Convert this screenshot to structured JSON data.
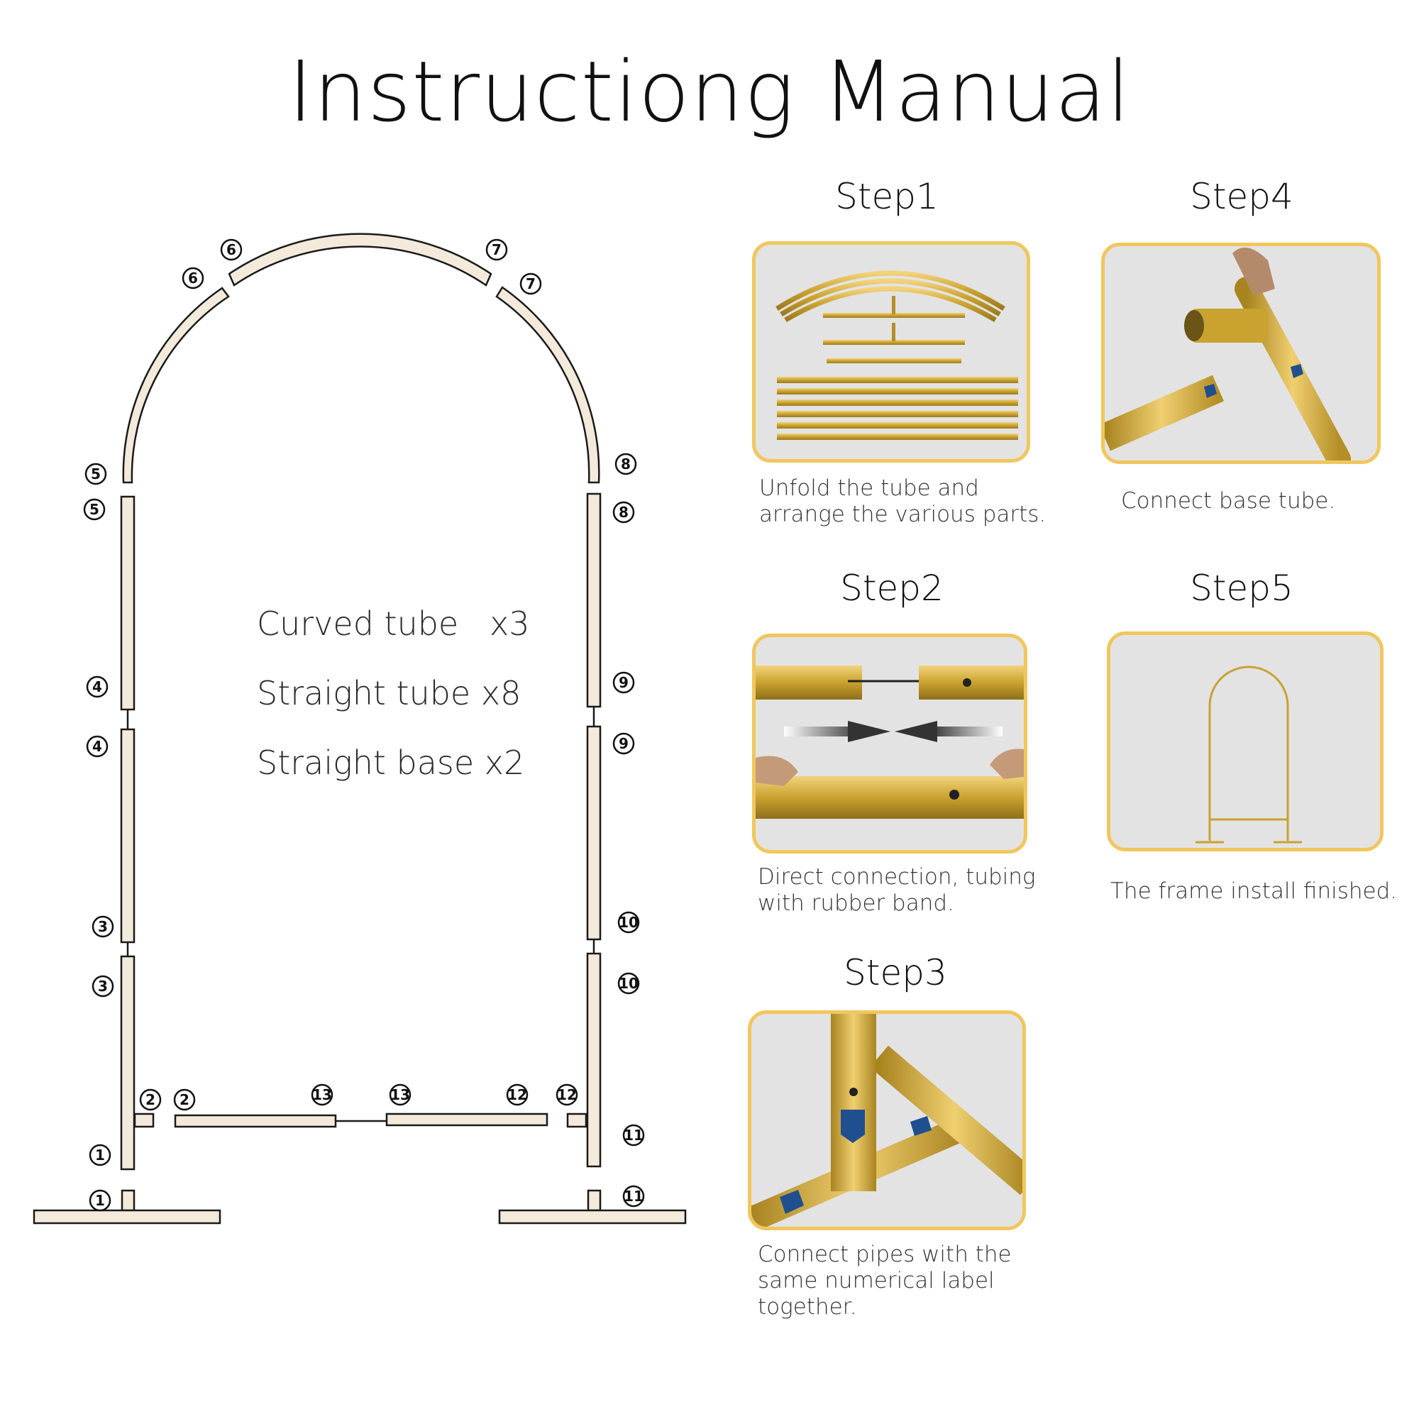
{
  "title": "Instructiong Manual",
  "legend": {
    "curved": "Curved tube   x3",
    "straight": "Straight tube x8",
    "base": "Straight base x2"
  },
  "markers": [
    "1",
    "2",
    "3",
    "4",
    "5",
    "6",
    "7",
    "8",
    "9",
    "10",
    "11",
    "12",
    "13"
  ],
  "steps": [
    {
      "title": "Step1",
      "caption": "Unfold the tube and\narrange the various parts.",
      "image": "tube-parts-photo"
    },
    {
      "title": "Step2",
      "caption": "Direct connection, tubing\nwith rubber band.",
      "image": "tube-connection-photo"
    },
    {
      "title": "Step3",
      "caption": "Connect pipes with the\nsame numerical label\ntogether.",
      "image": "labeled-pipes-photo"
    },
    {
      "title": "Step4",
      "caption": "Connect base tube.",
      "image": "base-tube-photo"
    },
    {
      "title": "Step5",
      "caption": "The frame install finished.",
      "image": "finished-frame-photo"
    }
  ],
  "colors": {
    "tube": "#f3eadb",
    "outline": "#1a1a1a",
    "frame": "#f0c75e",
    "gold": "#c9a22f",
    "photo_bg": "#e3e3e3",
    "label": "#1f4f8f"
  }
}
